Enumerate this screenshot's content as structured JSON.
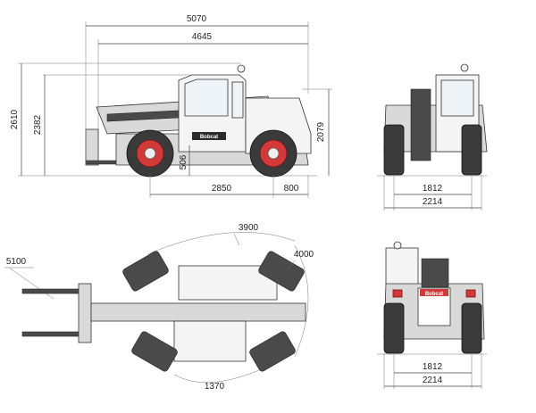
{
  "dimensions": {
    "overall_length": "5070",
    "length_to_carriage": "4645",
    "overall_height": "2610",
    "cab_height": "2382",
    "rear_height": "2079",
    "ground_clearance": "506",
    "wheelbase": "2850",
    "rear_overhang": "800",
    "front_track": "1812",
    "front_width": "2214",
    "outer_turning_radius": "5100",
    "inner_arc_radius": "3900",
    "rear_swing_radius": "4000",
    "inner_turning_radius": "1370",
    "rear_track": "1812",
    "rear_width": "2214"
  },
  "colors": {
    "rim": "#d23a3a",
    "body": "#d9d9d9",
    "line": "#444444"
  },
  "logos": {
    "side_badge": "Bobcat",
    "rear_badge": "Bobcat"
  }
}
